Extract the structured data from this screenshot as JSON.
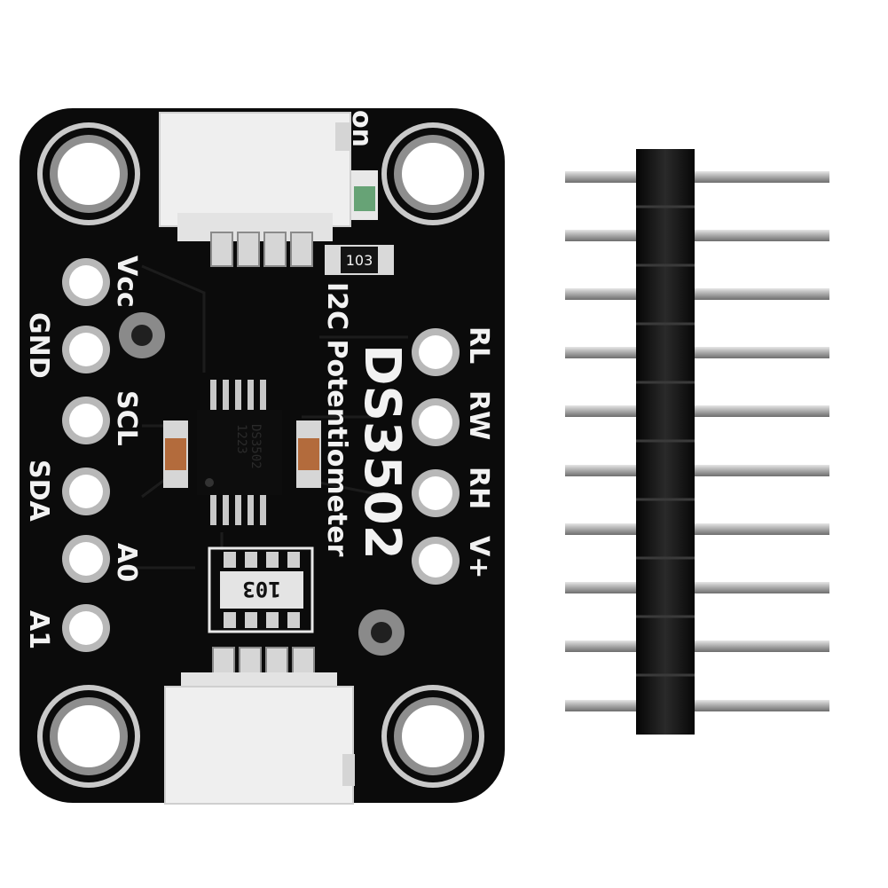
{
  "board": {
    "title": "DS3502",
    "subtitle": "I2C Potentiometer",
    "led_label": "on",
    "left_pins": [
      "Vcc",
      "GND",
      "SCL",
      "SDA",
      "A0",
      "A1"
    ],
    "right_pins": [
      "RL",
      "RW",
      "RH",
      "V+"
    ],
    "resistor_small_marking": "103",
    "resistor_array_marking": "103",
    "chip_marking_line1": "DS3502",
    "chip_marking_line2": "1223"
  },
  "header_strip": {
    "pin_count": 10
  },
  "colors": {
    "pcb": "#0b0b0b",
    "silkscreen": "#f2f2f2",
    "connector": "#efefef",
    "pin_metal": "#b9b9b9",
    "header_plastic": "#141414"
  }
}
